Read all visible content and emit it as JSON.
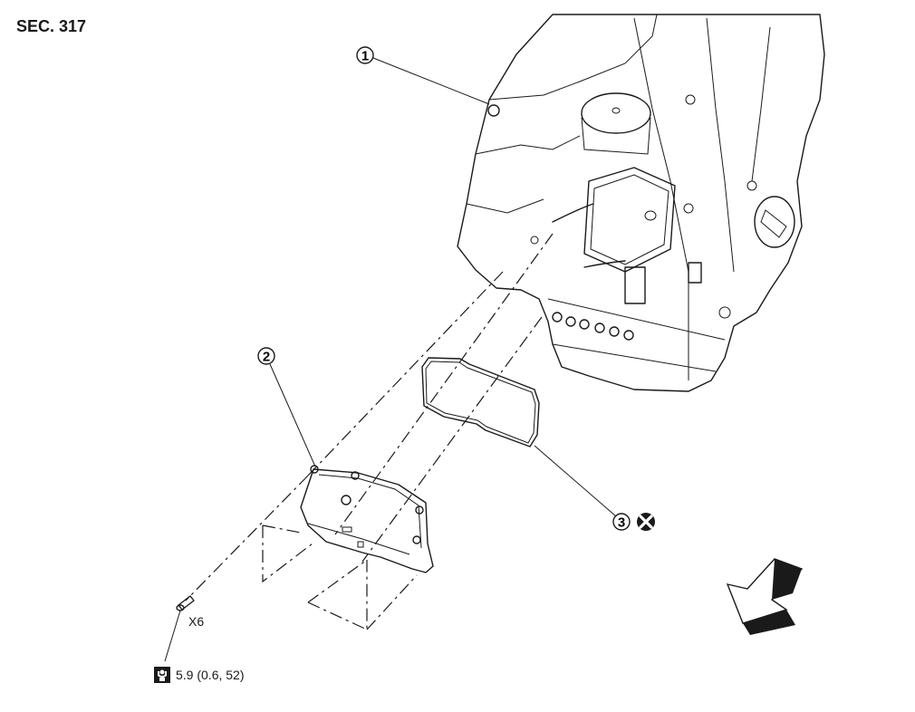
{
  "section_label": "SEC. 317",
  "callouts": [
    {
      "number": "1",
      "part": "transaxle-assembly"
    },
    {
      "number": "2",
      "part": "control-valve-assembly"
    },
    {
      "number": "3",
      "part": "gasket",
      "note_icon": "do-not-reuse-icon"
    }
  ],
  "bolt": {
    "quantity_label": "X6"
  },
  "torque": {
    "icon": "tightening-torque-icon",
    "value_label": "5.9 (0.6, 52)"
  },
  "direction_arrow": {
    "icon": "front-direction-arrow-icon"
  }
}
